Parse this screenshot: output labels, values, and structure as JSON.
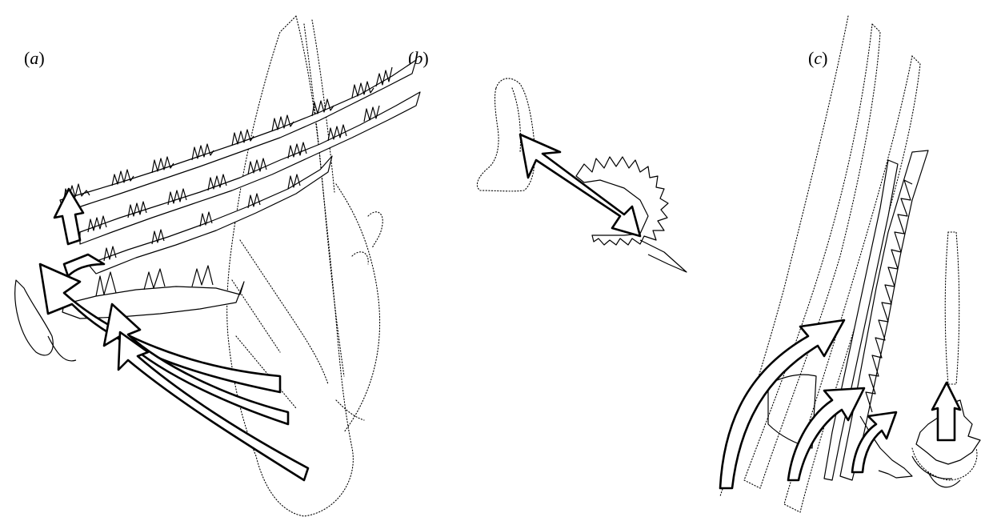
{
  "figure": {
    "panels": [
      {
        "id": "a",
        "label_open": "(",
        "label_letter": "a",
        "label_close": ")"
      },
      {
        "id": "b",
        "label_open": "(",
        "label_letter": "b",
        "label_close": ")"
      },
      {
        "id": "c",
        "label_open": "(",
        "label_letter": "c",
        "label_close": ")"
      }
    ],
    "line_color": "#000000",
    "background": "#ffffff"
  }
}
